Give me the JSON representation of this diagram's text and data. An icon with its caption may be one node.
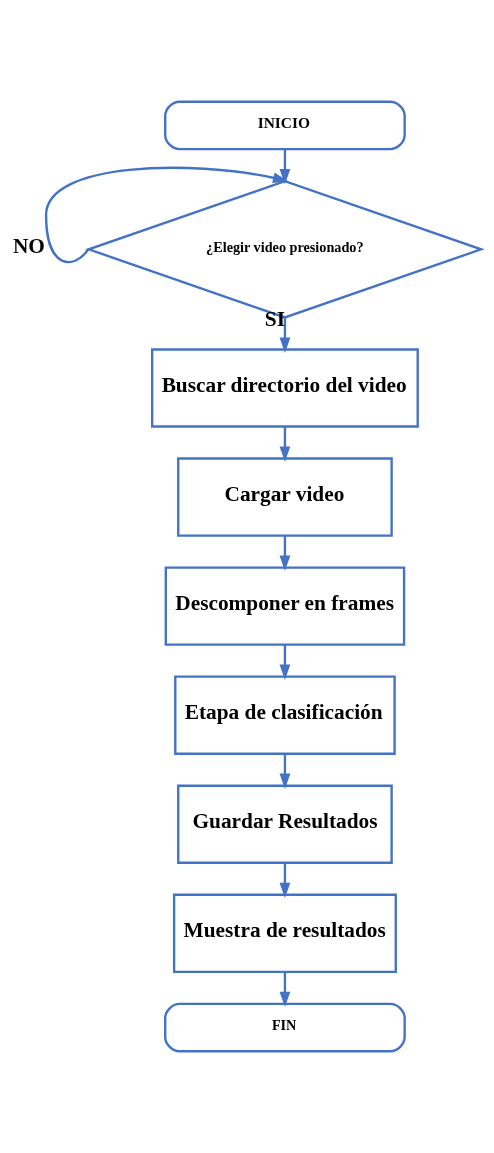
{
  "diagram": {
    "nodes": [
      {
        "text": [
          "INICIO"
        ]
      },
      {
        "text": [
          "¿Elegir video presionado?"
        ]
      },
      {
        "text": [
          "Buscar directorio del video"
        ]
      },
      {
        "text": [
          "Cargar video"
        ]
      },
      {
        "text": [
          "Descomponer en frames"
        ]
      },
      {
        "text": [
          "Etapa de clasificación"
        ]
      },
      {
        "text": [
          "Guardar Resultados"
        ]
      },
      {
        "text": [
          "Muestra de resultados"
        ]
      },
      {
        "text": [
          "FIN"
        ]
      }
    ],
    "edges": [
      {
        "from": 0,
        "to": 1,
        "arrow": "to"
      },
      {
        "from": 1,
        "to": 1,
        "arrow": "to",
        "label": "NO"
      },
      {
        "from": 1,
        "to": 2,
        "arrow": "to",
        "label": "SI"
      },
      {
        "from": 2,
        "to": 3,
        "arrow": "to"
      },
      {
        "from": 3,
        "to": 4,
        "arrow": "to"
      },
      {
        "from": 4,
        "to": 5,
        "arrow": "to"
      },
      {
        "from": 5,
        "to": 6,
        "arrow": "to"
      },
      {
        "from": 6,
        "to": 7,
        "arrow": "to"
      },
      {
        "from": 7,
        "to": 8,
        "arrow": "to"
      }
    ]
  }
}
